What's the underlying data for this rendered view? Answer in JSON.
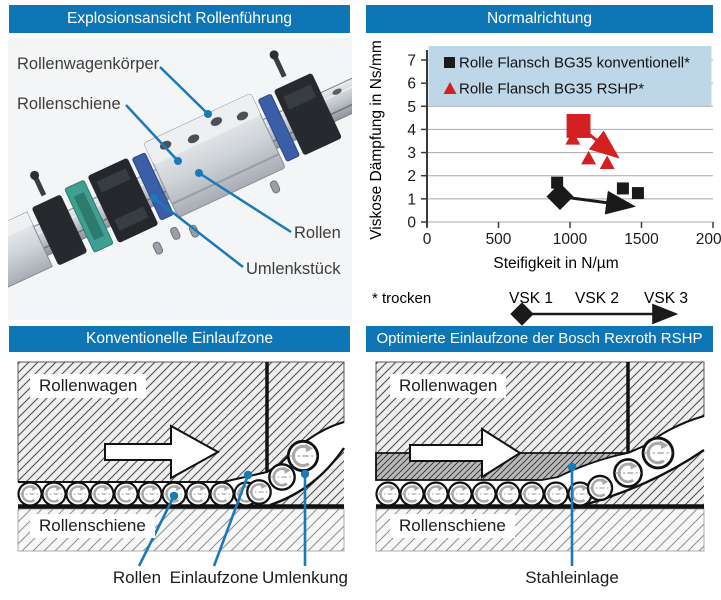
{
  "colors": {
    "header_bg": "#0f76b6",
    "header_text": "#ffffff",
    "legend_bg": "#bdd7e8",
    "series_black": "#1a1a1a",
    "series_red": "#d42020",
    "leader_blue": "#1a7ab8",
    "panel_bg": "#f4f5f6"
  },
  "panel_exploded": {
    "title": "Explosionsansicht Rollenführung",
    "callouts": {
      "carriage_body": "Rollenwagenkörper",
      "rail": "Rollenschiene",
      "rollers": "Rollen",
      "deflector": "Umlenkstück"
    }
  },
  "panel_chart": {
    "title": "Normalrichtung"
  },
  "chart_data": {
    "type": "scatter",
    "title": "Normalrichtung",
    "xlabel": "Steifigkeit in N/µm",
    "ylabel": "Viskose Dämpfung in Ns/mm",
    "xlim": [
      0,
      2000
    ],
    "ylim": [
      0,
      7
    ],
    "xticks": [
      0,
      500,
      1000,
      1500,
      2000
    ],
    "yticks": [
      0,
      1,
      2,
      3,
      4,
      5,
      6,
      7
    ],
    "grid": "horizontal",
    "legend_position": "top",
    "footnote": "* trocken",
    "series": [
      {
        "name": "Rolle Flansch BG35 konventionell*",
        "marker": "square",
        "color": "#1a1a1a",
        "points": [
          [
            910,
            1.7
          ],
          [
            1370,
            1.45
          ],
          [
            1475,
            1.25
          ]
        ],
        "trend_arrow": {
          "from": [
            930,
            1.1
          ],
          "to": [
            1420,
            0.7
          ],
          "start_marker": "diamond"
        }
      },
      {
        "name": "Rolle Flansch BG35 RSHP*",
        "marker": "triangle",
        "color": "#d42020",
        "points": [
          [
            1020,
            3.6
          ],
          [
            1130,
            2.75
          ],
          [
            1260,
            2.55
          ]
        ],
        "trend_arrow": {
          "from": [
            1060,
            4.15
          ],
          "to": [
            1315,
            2.9
          ],
          "start_marker": "square"
        }
      }
    ],
    "vsk_scale": {
      "labels": [
        "VSK 1",
        "VSK 2",
        "VSK 3"
      ],
      "arrow": true
    }
  },
  "panel_conventional": {
    "title": "Konventionelle Einlaufzone",
    "labels": {
      "carriage": "Rollenwagen",
      "rail": "Rollenschiene"
    },
    "callouts": [
      "Rollen",
      "Einlaufzone",
      "Umlenkung"
    ]
  },
  "panel_optimized": {
    "title": "Optimierte Einlaufzone der Bosch Rexroth RSHP",
    "labels": {
      "carriage": "Rollenwagen",
      "rail": "Rollenschiene"
    },
    "callouts": [
      "Stahleinlage"
    ]
  }
}
